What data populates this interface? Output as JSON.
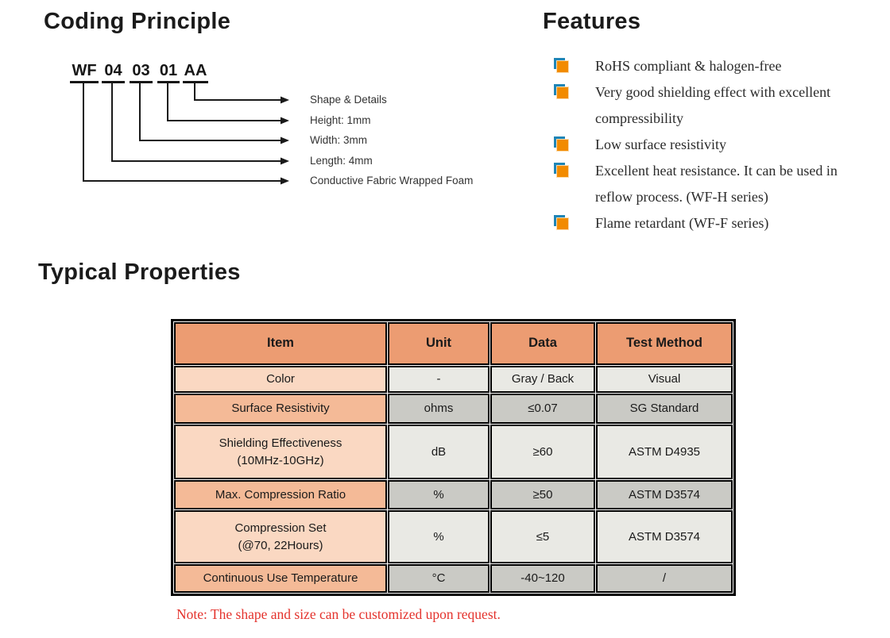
{
  "coding_principle": {
    "title": "Coding Principle",
    "code_segments": [
      "WF",
      "04",
      "03",
      "01",
      "AA"
    ],
    "labels": [
      "Shape & Details",
      "Height: 1mm",
      "Width: 3mm",
      "Length: 4mm",
      "Conductive Fabric Wrapped Foam"
    ]
  },
  "features": {
    "title": "Features",
    "items": [
      "RoHS compliant & halogen-free",
      "Very good shielding effect with excellent compressibility",
      "Low surface resistivity",
      "Excellent heat resistance. It can be used in reflow process. (WF-H series)",
      "Flame retardant (WF-F series)"
    ]
  },
  "typical_properties": {
    "title": "Typical Properties",
    "table": {
      "headers": [
        "Item",
        "Unit",
        "Data",
        "Test Method"
      ],
      "rows": [
        [
          "Color",
          "-",
          "Gray / Back",
          "Visual"
        ],
        [
          "Surface Resistivity",
          "ohms",
          "≤0.07",
          "SG Standard"
        ],
        [
          "Shielding Effectiveness\n(10MHz-10GHz)",
          "dB",
          "≥60",
          "ASTM D4935"
        ],
        [
          "Max. Compression Ratio",
          "%",
          "≥50",
          "ASTM D3574"
        ],
        [
          "Compression Set\n(@70, 22Hours)",
          "%",
          "≤5",
          "ASTM D3574"
        ],
        [
          "Continuous Use Temperature",
          "°C",
          "-40~120",
          "/"
        ]
      ]
    },
    "note": "Note: The shape and size can be customized upon request."
  },
  "colors": {
    "table_header_bg": "#ec9c72",
    "item_row_light": "#fad8c2",
    "item_row_dark": "#f4ba97",
    "data_row_light": "#e9e9e4",
    "data_row_dark": "#cacac5",
    "bullet_orange": "#f28b00",
    "bullet_blue": "#1f85b6",
    "note_red": "#e4332d"
  }
}
